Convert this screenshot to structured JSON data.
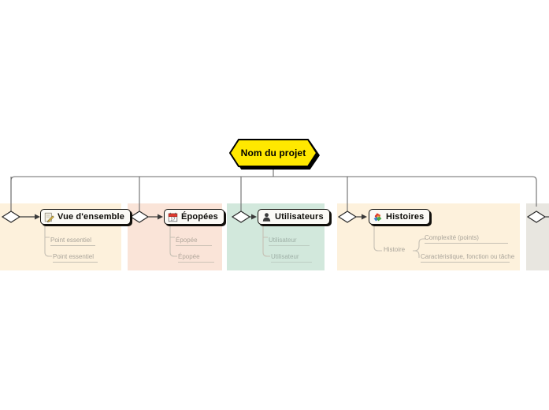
{
  "app": {
    "type": "mind-map",
    "background": "#ffffff"
  },
  "root": {
    "label": "Nom du projet",
    "fill": "#ffe800",
    "stroke": "#000000",
    "shape": "hexagon"
  },
  "branches": [
    {
      "id": "vue-densemble",
      "label": "Vue d'ensemble",
      "icon": "note-pencil-icon",
      "panel_color": "#fdf1dc",
      "children": [
        {
          "label": "Point essentiel"
        },
        {
          "label": "Point essentiel"
        }
      ]
    },
    {
      "id": "epopees",
      "label": "Épopées",
      "icon": "calendar-icon",
      "icon_day": "17",
      "panel_color": "#fae4d8",
      "children": [
        {
          "label": "Épopée"
        },
        {
          "label": "Épopée"
        }
      ]
    },
    {
      "id": "utilisateurs",
      "label": "Utilisateurs",
      "icon": "person-bust-icon",
      "panel_color": "#d2e8dc",
      "children": [
        {
          "label": "Utilisateur"
        },
        {
          "label": "Utilisateur"
        }
      ]
    },
    {
      "id": "histoires",
      "label": "Histoires",
      "icon": "flower-cards-icon",
      "panel_color": "#fdf1dc",
      "children": [
        {
          "label": "Histoire",
          "children": [
            {
              "label": "Complexité (points)"
            },
            {
              "label": "Caractéristique, fonction ou tâche"
            }
          ]
        }
      ]
    },
    {
      "id": "branche-suivante",
      "label": "",
      "icon": "",
      "panel_color": "#e8e6e0",
      "children": []
    }
  ],
  "connectors": {
    "line_color": "#6b6b6b",
    "diamond_fill": "#ffffff",
    "diamond_stroke": "#2a2a2a",
    "sub_line_color": "#c6c0b4"
  }
}
